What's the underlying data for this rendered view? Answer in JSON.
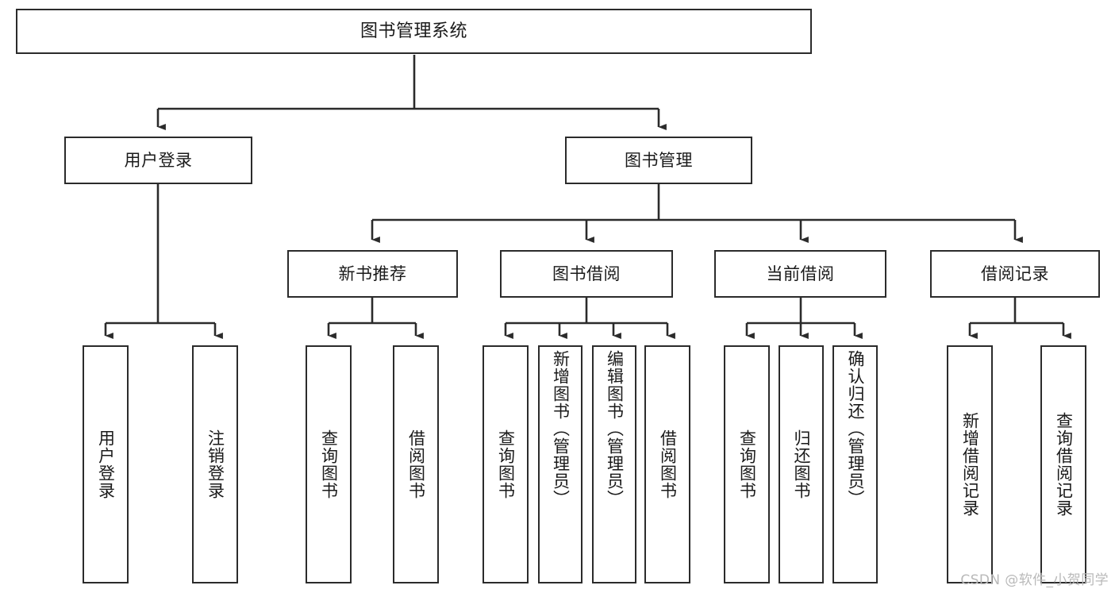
{
  "diagram": {
    "title": "图书管理系统",
    "watermark": "CSDN @软件_小贺同学",
    "colors": {
      "box_border": "#2b2b2b",
      "box_fill": "#ffffff",
      "edge": "#2b2b2b",
      "text": "#1a1a1a",
      "watermark": "#b9b9b9",
      "background": "#ffffff"
    },
    "nodes": {
      "root": {
        "label": "图书管理系统"
      },
      "level2": [
        {
          "id": "user-login",
          "label": "用户登录"
        },
        {
          "id": "book-manage",
          "label": "图书管理"
        }
      ],
      "level3": [
        {
          "id": "new-book-recommend",
          "label": "新书推荐"
        },
        {
          "id": "book-borrow",
          "label": "图书借阅"
        },
        {
          "id": "current-borrow",
          "label": "当前借阅"
        },
        {
          "id": "borrow-record",
          "label": "借阅记录"
        }
      ],
      "leaves": {
        "user-login": [
          {
            "id": "leaf-user-login",
            "label": "用户登录"
          },
          {
            "id": "leaf-logout-login",
            "label": "注销登录"
          }
        ],
        "new-book-recommend": [
          {
            "id": "leaf-query-book-1",
            "label": "查询图书"
          },
          {
            "id": "leaf-borrow-book-1",
            "label": "借阅图书"
          }
        ],
        "book-borrow": [
          {
            "id": "leaf-query-book-2",
            "label": "查询图书"
          },
          {
            "id": "leaf-add-book-admin",
            "label": "新增图书（管理员）"
          },
          {
            "id": "leaf-edit-book-admin",
            "label": "编辑图书（管理员）"
          },
          {
            "id": "leaf-borrow-book-2",
            "label": "借阅图书"
          }
        ],
        "current-borrow": [
          {
            "id": "leaf-query-book-3",
            "label": "查询图书"
          },
          {
            "id": "leaf-return-book",
            "label": "归还图书"
          },
          {
            "id": "leaf-confirm-return-admin",
            "label": "确认归还（管理员）"
          }
        ],
        "borrow-record": [
          {
            "id": "leaf-add-borrow-record",
            "label": "新增借阅记录"
          },
          {
            "id": "leaf-query-borrow-record",
            "label": "查询借阅记录"
          }
        ]
      }
    }
  }
}
